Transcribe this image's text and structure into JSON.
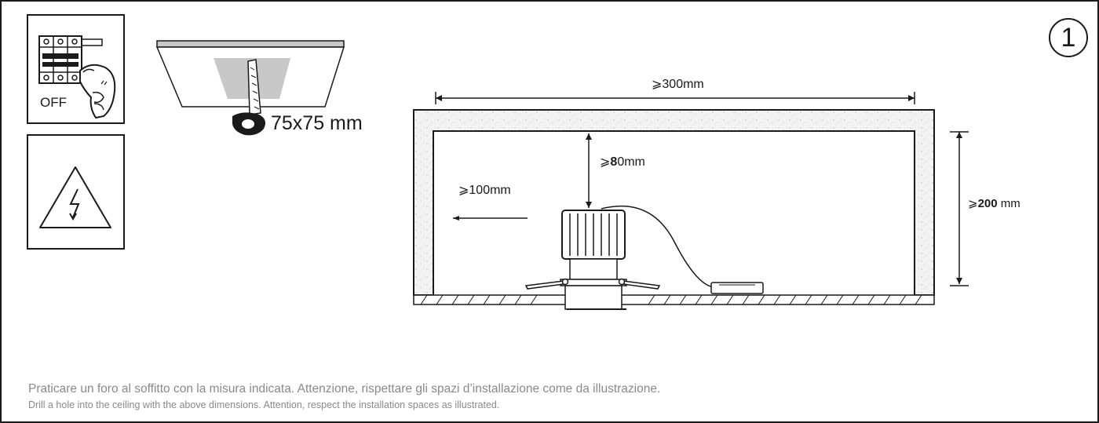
{
  "step_number": "1",
  "switch_label": "OFF",
  "hole_size": "75x75 mm",
  "dimensions": {
    "min_width": "⩾300mm",
    "min_top_prefix": "⩾",
    "min_top_value": "8",
    "min_top_suffix": "0mm",
    "min_side": "⩾100mm",
    "min_height_prefix": "⩾",
    "min_height_value": "200",
    "min_height_unit": " mm"
  },
  "caption": {
    "italian": "Praticare un foro al soffitto con la misura indicata. Attenzione, rispettare gli spazi d’installazione come da illustrazione.",
    "english": "Drill a hole into the ceiling with the above dimensions. Attention, respect the installation spaces as illustrated."
  },
  "colors": {
    "line": "#1a1a1a",
    "insulation_fill": "#f3f3f3",
    "hole_fill": "#c8c8c8",
    "caption": "#8a8a8a"
  }
}
